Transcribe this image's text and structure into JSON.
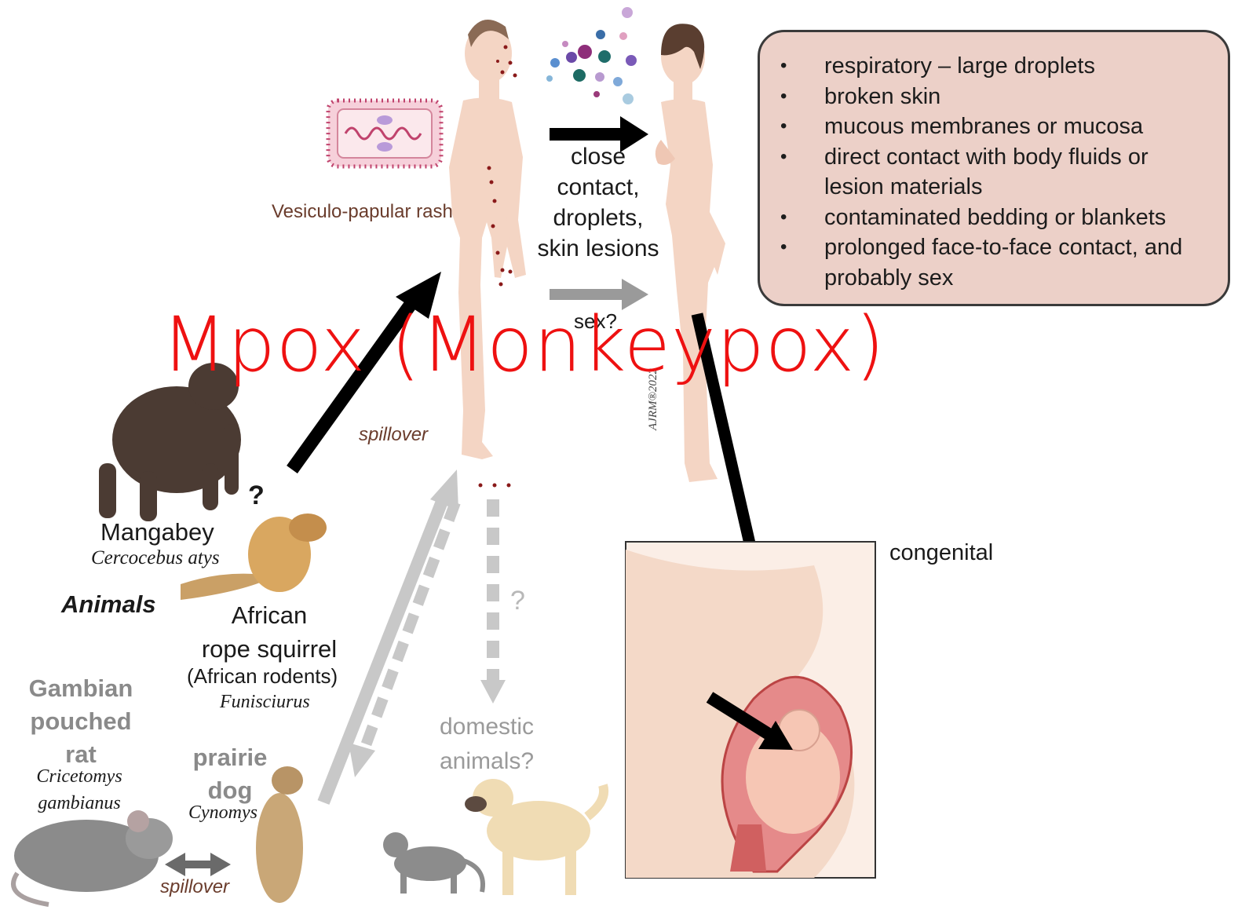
{
  "title": "Mpox (Monkeypox)",
  "transmission_routes": [
    "respiratory – large droplets",
    "broken skin",
    "mucous membranes or mucosa",
    "direct contact with body fluids or lesion materials",
    "contaminated bedding or blankets",
    "prolonged face-to-face contact, and probably sex"
  ],
  "human_to_human": {
    "main_arrow_label": [
      "close",
      "contact,",
      "droplets,",
      "skin lesions"
    ],
    "secondary_arrow_label": "sex?"
  },
  "rash_label": "Vesiculo-papular rash",
  "spillover_labels": [
    "spillover",
    "spillover"
  ],
  "congenital_label": "congenital",
  "credit": "AJRM®2022",
  "animals_heading": "Animals",
  "question_mark": "?",
  "domestic_question": "?",
  "domestic_animals_label": [
    "domestic",
    "animals?"
  ],
  "animals": {
    "mangabey": {
      "common": "Mangabey",
      "scientific": "Cercocebus atys"
    },
    "squirrel": {
      "common": [
        "African",
        "rope squirrel"
      ],
      "note": "(African rodents)",
      "scientific": "Funisciurus"
    },
    "rat": {
      "common": [
        "Gambian",
        "pouched",
        "rat"
      ],
      "scientific": [
        "Cricetomys",
        "gambianus"
      ]
    },
    "prairie_dog": {
      "common": [
        "prairie",
        "dog"
      ],
      "scientific": "Cynomys"
    }
  },
  "colors": {
    "title": "#ee1111",
    "box_fill": "#ecd0c8",
    "skin": "#f4d5c4",
    "arrow_black": "#000000",
    "arrow_gray": "#9a9a9a",
    "arrow_light": "#c8c8c8"
  }
}
